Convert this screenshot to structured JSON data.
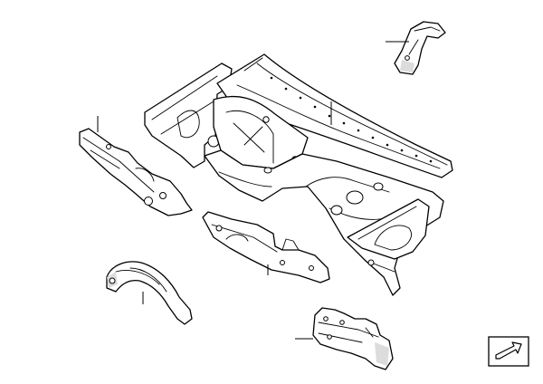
{
  "diagram": {
    "parts": [
      {
        "id": "bulkhead",
        "icon": "firewall-bulkhead-panel"
      },
      {
        "id": "upper-right-bracket",
        "icon": "curved-bracket"
      },
      {
        "id": "left-sill-member",
        "icon": "longitudinal-member"
      },
      {
        "id": "center-rail",
        "icon": "cross-member-rail"
      },
      {
        "id": "lower-left-wheel-arch",
        "icon": "curved-wheel-arch"
      },
      {
        "id": "lower-right-mount",
        "icon": "mounting-bracket"
      }
    ],
    "nav_icon": "next-page-arrow-icon"
  }
}
